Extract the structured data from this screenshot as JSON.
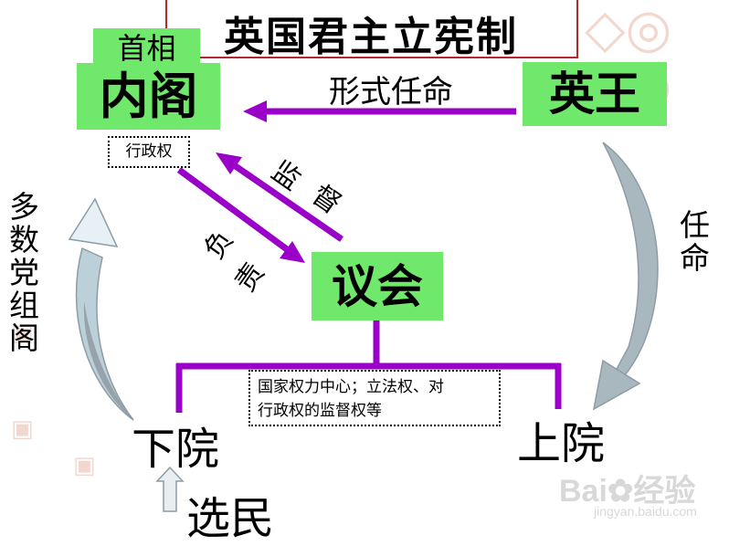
{
  "title": "英国君主立宪制",
  "nodes": {
    "premier": "首相",
    "cabinet": "内阁",
    "monarch": "英王",
    "parliament": "议会",
    "lower_house": "下院",
    "upper_house": "上院",
    "voters": "选民"
  },
  "notes": {
    "executive": "行政权",
    "parliament_role_line1": "国家权力中心；立法权、对",
    "parliament_role_line2": "行政权的监督权等"
  },
  "edges": {
    "formal_appoint": "形式任命",
    "supervise": [
      "监",
      "督"
    ],
    "responsible": [
      "负",
      "责"
    ],
    "appoint": [
      "任",
      "命"
    ],
    "majority_party": [
      "多",
      "数",
      "党",
      "组",
      "阁"
    ]
  },
  "watermark": {
    "brand": "Bai",
    "brand_cn": "经验",
    "url": "jingyan.baidu.com"
  },
  "colors": {
    "green": "#6fe86b",
    "purple": "#9a00c8",
    "frame": "#b5272d",
    "curve_arrow": "#a9b7bf"
  }
}
